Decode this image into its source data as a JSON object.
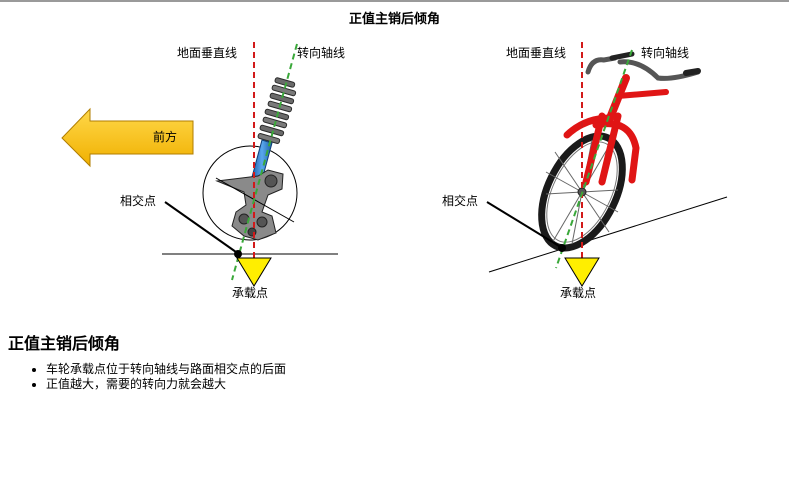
{
  "figure": {
    "title": "正值主销后倾角",
    "left": {
      "vertical_label": "地面垂直线",
      "axis_label": "转向轴线",
      "forward_label": "前方",
      "intersection_label": "相交点",
      "contact_label": "承载点"
    },
    "right": {
      "vertical_label": "地面垂直线",
      "axis_label": "转向轴线",
      "intersection_label": "相交点",
      "contact_label": "承载点"
    }
  },
  "text": {
    "heading": "正值主销后倾角",
    "bullets": [
      "车轮承载点位于转向轴线与路面相交点的后面",
      "正值越大，需要的转向力就会越大"
    ]
  },
  "colors": {
    "vertical_line": "#d21a1a",
    "steering_axis": "#3aa83a",
    "arrow": "#ffc000",
    "contact_marker": "#ffee00",
    "frame": "#e01515",
    "spring": "#555555",
    "shock": "#2f7fd0"
  }
}
